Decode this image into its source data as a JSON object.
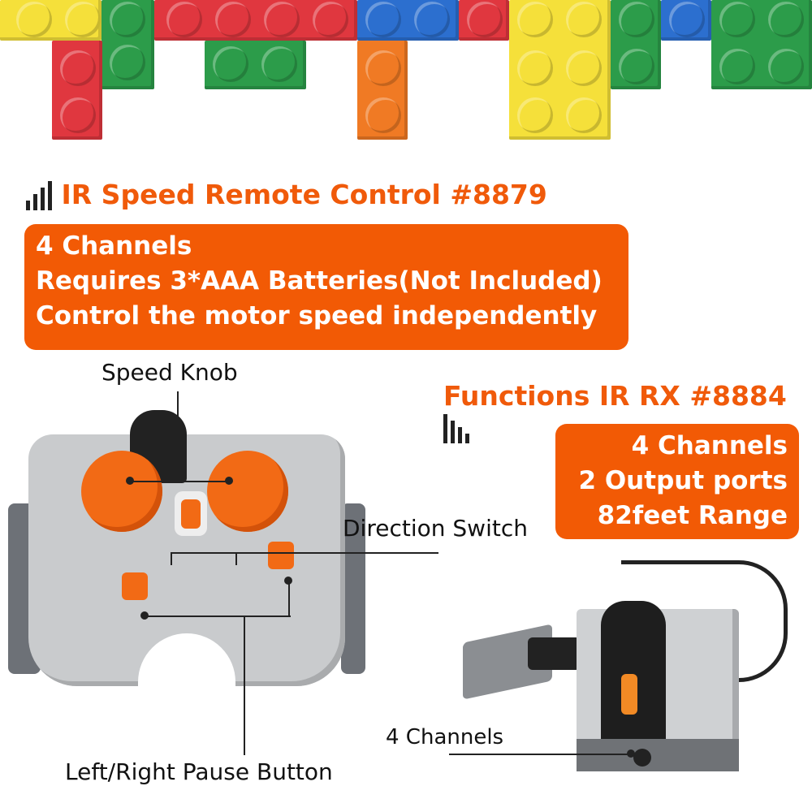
{
  "remote": {
    "title": "IR Speed Remote Control #8879",
    "features": [
      "4 Channels",
      "Requires 3*AAA Batteries(Not Included)",
      "Control the motor speed independently"
    ],
    "callouts": {
      "speed_knob": "Speed Knob",
      "direction_switch": "Direction Switch",
      "pause_button": "Left/Right Pause Button"
    }
  },
  "receiver": {
    "title": "Functions IR RX #8884",
    "features": [
      "4 Channels",
      "2 Output ports",
      "82feet Range"
    ],
    "callout": "4 Channels"
  },
  "colors": {
    "accent": "#f25a05"
  }
}
